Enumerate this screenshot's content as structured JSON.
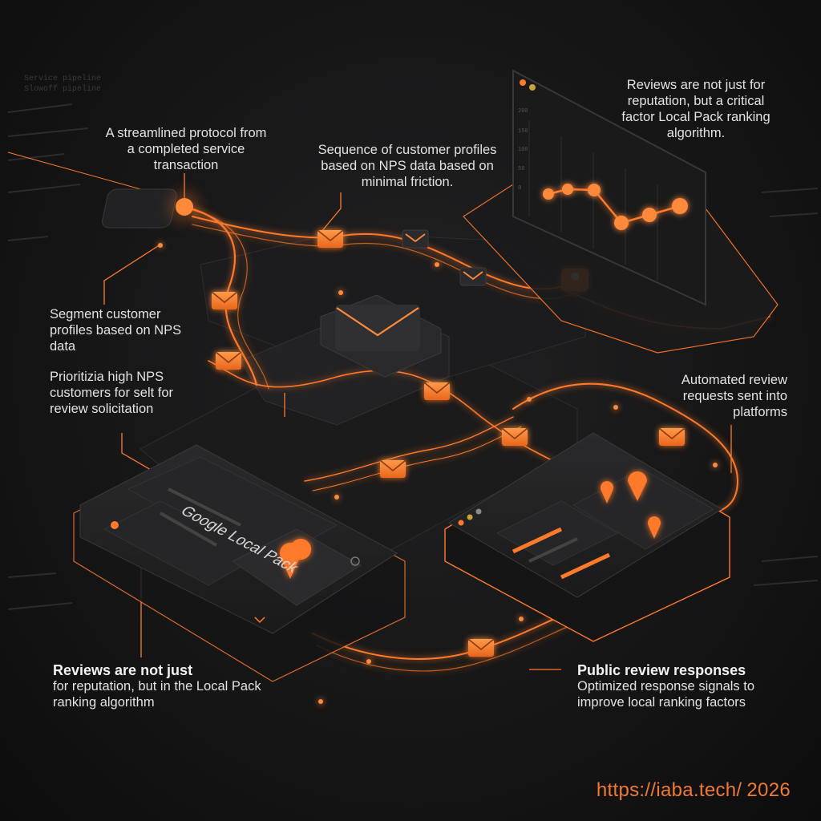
{
  "theme": {
    "accent": "#ff7a2a",
    "panel": "#1e1e20",
    "background": "#141415"
  },
  "labels": {
    "protocol": "A streamlined protocol from a completed service transaction",
    "sequence": "Sequence of customer profiles based on NPS data based on minimal friction.",
    "reputation_top": "Reviews are not just for reputation, but a critical factor Local Pack ranking algorithm.",
    "segment": "Segment customer profiles based on NPS data",
    "prioritize": "Prioritizia high NPS customers for selt for review solicitation",
    "automated": "Automated review requests sent into platforms",
    "reviews_bottom_heading": "Reviews are not just",
    "reviews_bottom_body": "for reputation, but in the Local Pack ranking algorithm",
    "public_heading": "Public review responses",
    "public_body": "Optimized response signals to improve local ranking factors"
  },
  "google_local_pack_title": "Google Local Pack",
  "background_text": "Service pipeline\nSlowoff pipeline",
  "footer": {
    "url": "https://iaba.tech/",
    "year": "2026"
  },
  "chart_tick_labels": [
    "200",
    "150",
    "100",
    "50",
    "0"
  ],
  "icons": [
    "envelope-icon",
    "map-pin-icon",
    "search-icon",
    "user-icon",
    "chevron-down-icon"
  ]
}
